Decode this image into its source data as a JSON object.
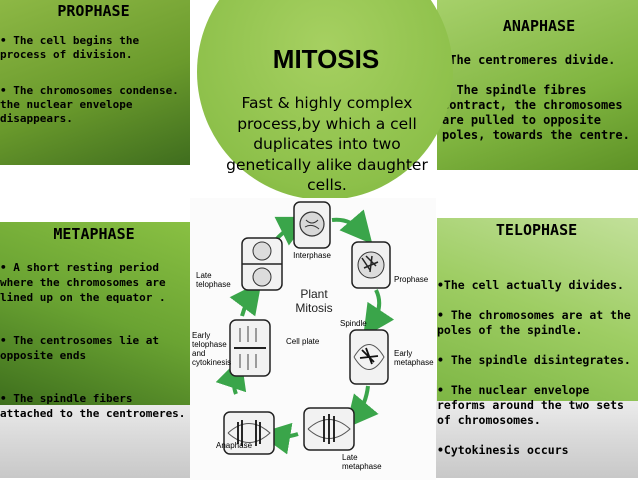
{
  "center": {
    "title": "MITOSIS",
    "description": "Fast & highly complex process,by which a cell duplicates into two genetically alike daughter cells."
  },
  "prophase": {
    "title": "PROPHASE",
    "points": [
      "• The cell begins the process of division.",
      "• The chromosomes condense.\n the nuclear envelope disappears."
    ]
  },
  "anaphase": {
    "title": "ANAPHASE",
    "points": [
      "•The centromeres divide.",
      "• The spindle fibres contract,   the chromosomes are pulled to opposite poles, towards the centre."
    ]
  },
  "metaphase": {
    "title": "METAPHASE",
    "points": [
      "• A short resting period where the chromosomes are lined up on the equator .",
      "•  The centrosomes  lie at opposite ends",
      "•  The spindle fibers attached to the centromeres."
    ]
  },
  "telophase": {
    "title": "TELOPHASE",
    "points": [
      "•The cell actually divides.",
      "• The chromosomes are at the poles of the spindle.",
      "• The spindle disintegrates.",
      "• The nuclear envelope reforms around the two sets of chromosomes.",
      "•Cytokinesis occurs"
    ]
  },
  "diagram": {
    "title": "Plant\nMitosis",
    "stages": {
      "interphase": "Interphase",
      "prophase": "Prophase",
      "early_metaphase": "Early\nmetaphase",
      "late_metaphase": "Late\nmetaphase",
      "anaphase": "Anaphase",
      "early_telophase": "Early\ntelophase\nand\ncytokinesis",
      "late_telophase": "Late\ntelophase",
      "spindle": "Spindle",
      "cell_plate": "Cell plate"
    }
  },
  "colors": {
    "dark_green": "#3f6d1e",
    "leaf_green": "#8dc04a",
    "light_green": "#c2e09a",
    "arrow_green": "#3aa54a"
  }
}
